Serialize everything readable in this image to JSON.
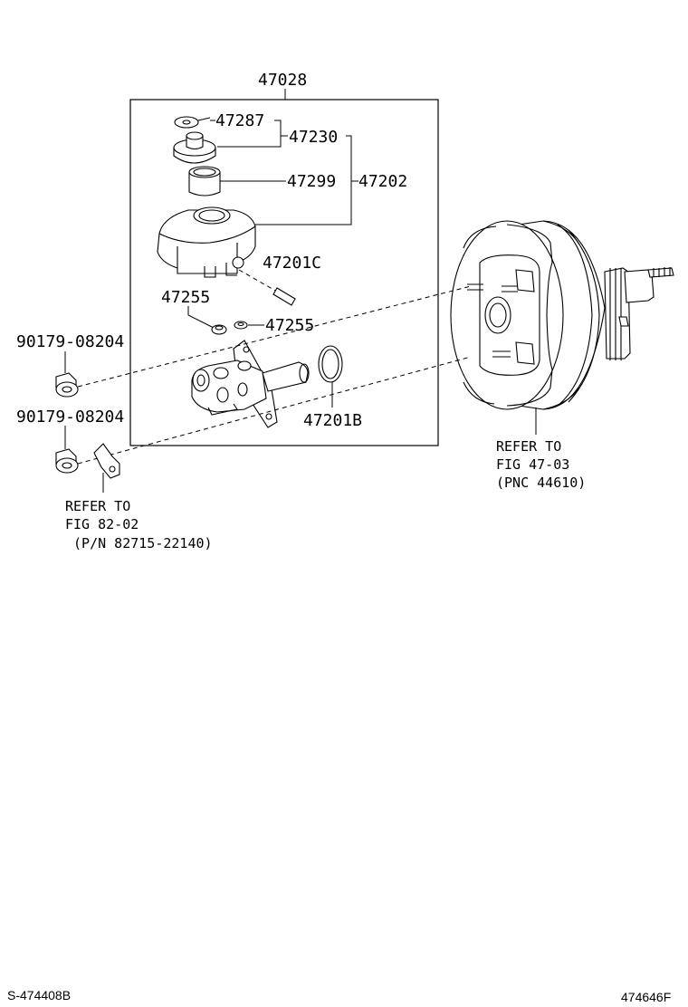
{
  "labels": {
    "assembly": "47028",
    "cap_clip": "47287",
    "cap_assy": "47230",
    "strainer": "47299",
    "reservoir_set": "47202",
    "pin": "47201C",
    "grommet_left": "47255",
    "grommet_right": "47255",
    "o_ring": "47201B",
    "nut_upper": "90179-08204",
    "nut_lower": "90179-08204"
  },
  "notes": {
    "booster": [
      "REFER TO",
      "FIG 47-03",
      "(PNC 44610)"
    ],
    "bracket": [
      "REFER TO",
      "FIG 82-02",
      " (P/N 82715-22140)"
    ]
  },
  "footer": {
    "left_code": "S-474408B",
    "right_code": "474646F"
  }
}
